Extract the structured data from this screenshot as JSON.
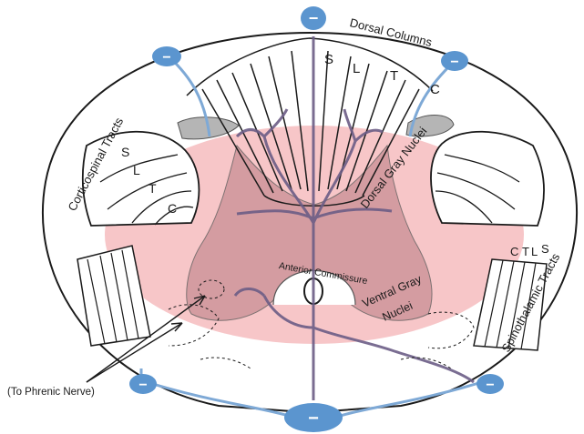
{
  "labels": {
    "dorsal_columns": "Dorsal Columns",
    "dorsal_gray_nuclei": "Dorsal Gray Nuclei",
    "ventral_gray": "Ventral Gray",
    "nuclei": "Nuclei",
    "anterior_commissure": "Anterior Commissure",
    "corticospinal_tracts": "Corticospinal Tracts",
    "spinothalamic_tracts": "Spinothalamic Tracts",
    "to_phrenic_nerve": "(To Phrenic Nerve)"
  },
  "dorsal_column_letters": [
    "S",
    "L",
    "T",
    "C"
  ],
  "corticospinal_letters": [
    "S",
    "L",
    "T",
    "C"
  ],
  "spinothalamic_letters": [
    "C",
    "T",
    "L",
    "S"
  ],
  "electrode_symbol": "−",
  "colors": {
    "outline": "#1a1a1a",
    "pink_field": "#f2a7ab",
    "gray_matter": "#cfa0a4",
    "vessel": "#6c5d86",
    "blue_line": "#7ea9d6",
    "electrode": "#5b95cf"
  },
  "icons": [
    "electrode-icon"
  ]
}
